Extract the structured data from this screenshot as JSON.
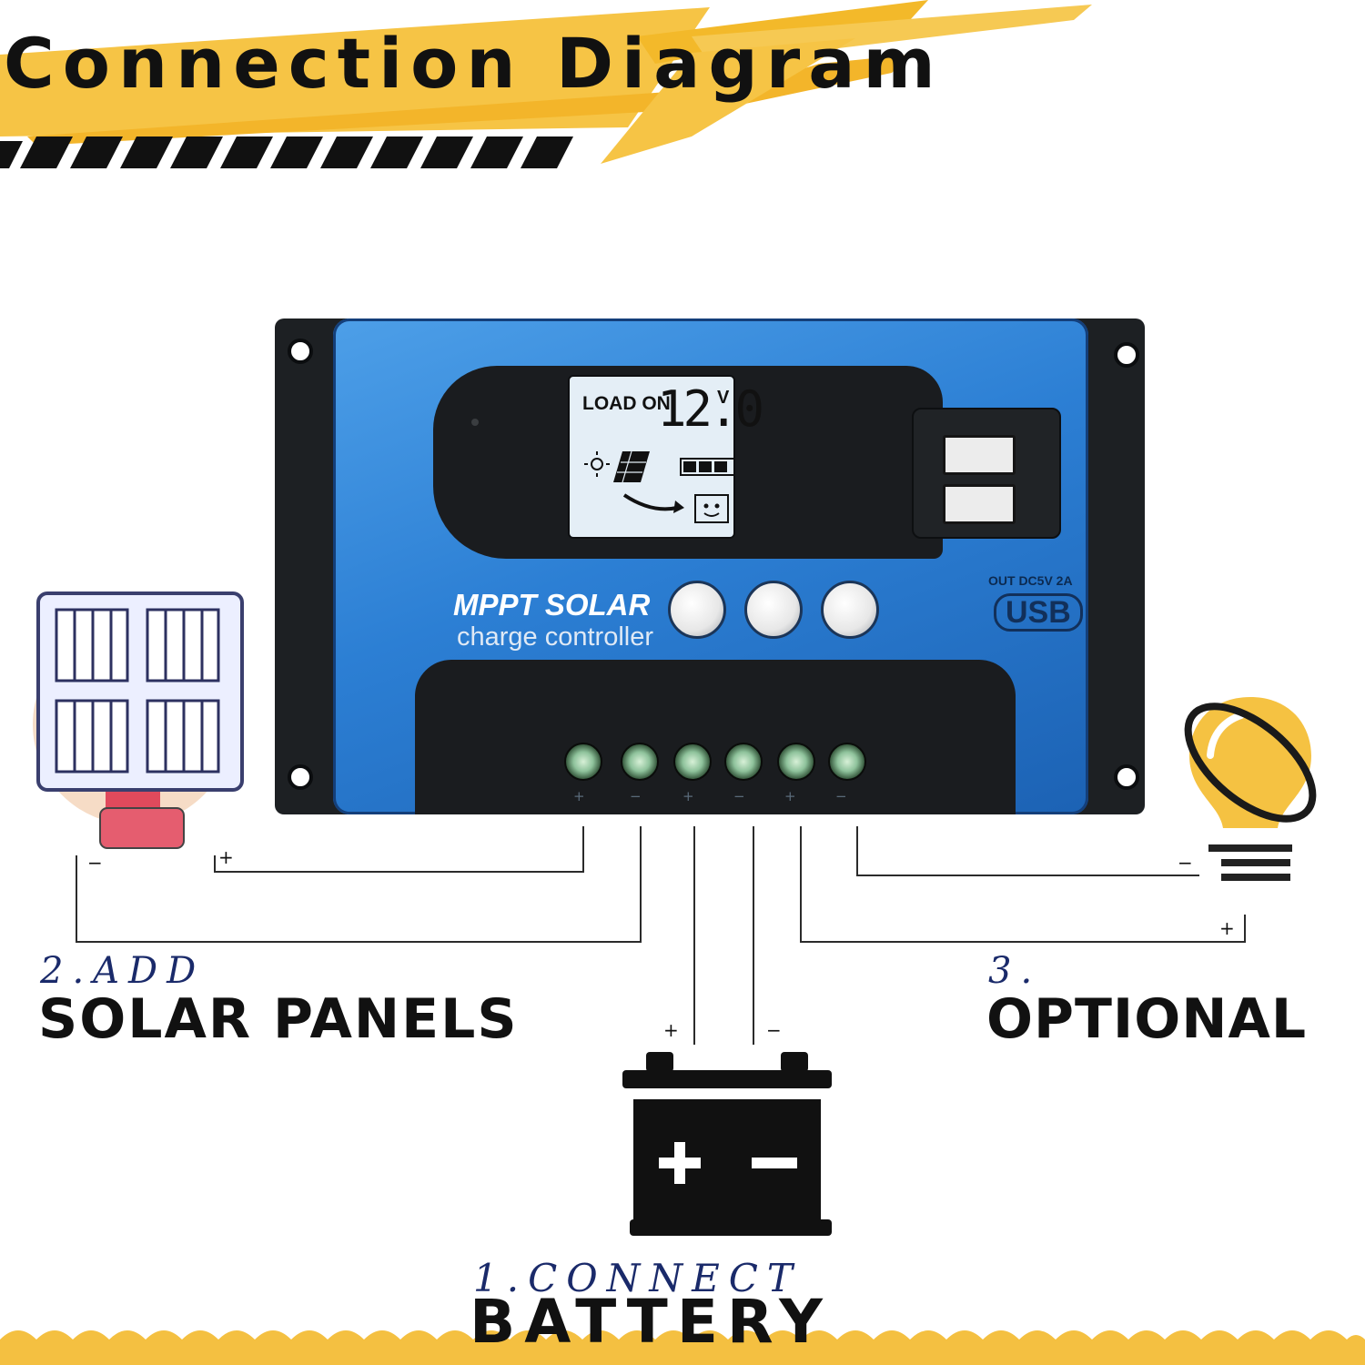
{
  "header": {
    "title": "Connection Diagram",
    "accent_color": "#f2b51d"
  },
  "controller": {
    "lcd": {
      "status": "LOAD ON",
      "reading": "12.0",
      "unit": "V"
    },
    "brand_line1": "MPPT SOLAR",
    "brand_line2": "charge controller",
    "usb_output": "OUT DC5V 2A",
    "usb_label": "USB",
    "body_color": "#2c7fd4",
    "terminal_polarity": [
      "+",
      "−",
      "+",
      "−",
      "+",
      "−"
    ]
  },
  "steps": {
    "solar": {
      "number": "2.ADD",
      "title": "SOLAR PANELS",
      "plus": "+",
      "minus": "−"
    },
    "battery": {
      "number": "1.CONNECT",
      "title": "BATTERY",
      "plus": "+",
      "minus": "−"
    },
    "optional": {
      "number": "3.",
      "title": "OPTIONAL",
      "plus": "+",
      "minus": "−"
    }
  },
  "icons": [
    "solar-panel-icon",
    "battery-icon",
    "light-bulb-icon",
    "sun-icon",
    "usb-port-icon"
  ]
}
